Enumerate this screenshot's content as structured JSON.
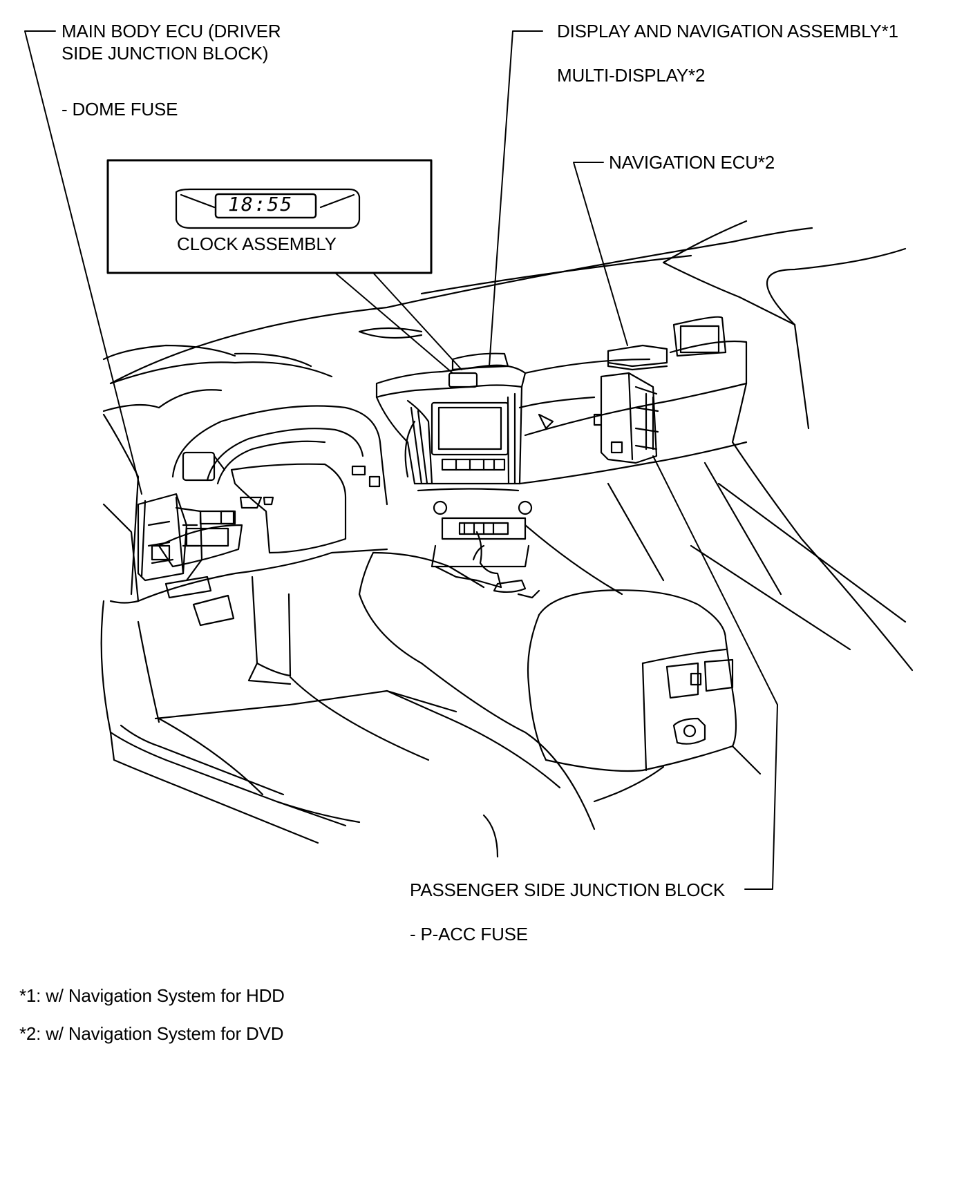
{
  "labels": {
    "main_body_ecu": "MAIN BODY ECU (DRIVER\nSIDE JUNCTION BLOCK)",
    "dome_fuse": "- DOME FUSE",
    "display_nav_assembly": "DISPLAY AND NAVIGATION ASSEMBLY*1",
    "multi_display": "MULTI-DISPLAY*2",
    "navigation_ecu": "NAVIGATION ECU*2",
    "clock_assembly": "CLOCK ASSEMBLY",
    "clock_time": "18:55",
    "passenger_junction_block": "PASSENGER SIDE JUNCTION BLOCK",
    "p_acc_fuse": "- P-ACC FUSE"
  },
  "footnotes": [
    "*1: w/ Navigation System for HDD",
    "*2: w/ Navigation System for DVD"
  ]
}
